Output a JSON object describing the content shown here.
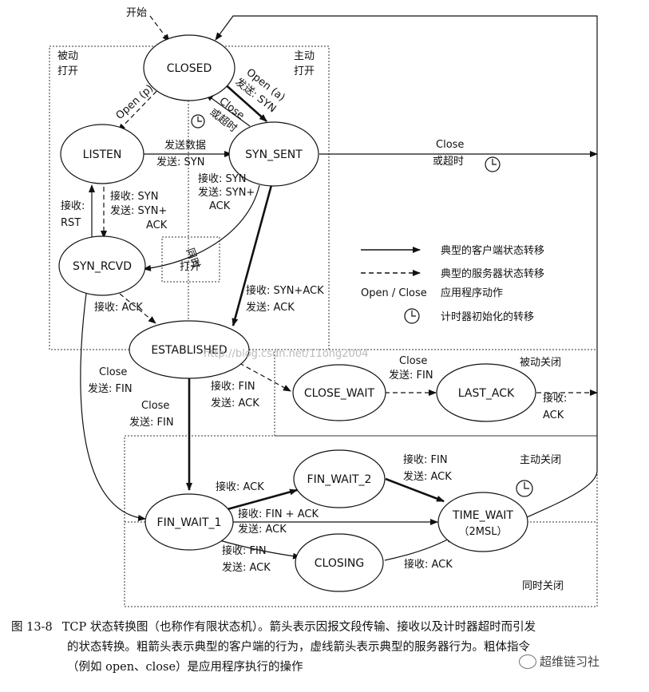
{
  "labels": {
    "start": "开始",
    "passive_open": [
      "被动",
      "打开"
    ],
    "active_open": [
      "主动",
      "打开"
    ],
    "open_p": "Open (p)",
    "open_a": "Open (a)",
    "open_a_send": "发送: SYN",
    "close_label": "Close",
    "or_timeout": "或超时",
    "send_data": "发送数据",
    "send_syn": "发送: SYN",
    "recv_syn_sent": [
      "接收: SYN",
      "发送: SYN+",
      "ACK"
    ],
    "recv_rst": [
      "接收:",
      "RST"
    ],
    "recv_listen": [
      "接收: SYN",
      "发送: SYN+",
      "ACK"
    ],
    "simultaneous_open": [
      "同时",
      "打开"
    ],
    "recv_synack": [
      "接收: SYN+ACK",
      "发送: ACK"
    ],
    "recv_ack": "接收: ACK",
    "close_send_fin": [
      "Close",
      "发送: FIN"
    ],
    "close_send_fin2": [
      "Close",
      "发送: FIN"
    ],
    "recv_fin_send_ack": [
      "接收: FIN",
      "发送: ACK"
    ],
    "close_wait_close": [
      "Close",
      "发送: FIN"
    ],
    "passive_close": "被动关闭",
    "last_ack_recv": [
      "接收:",
      "ACK"
    ],
    "fw1_recv_ack": "接收: ACK",
    "fw2_recv_fin": [
      "接收: FIN",
      "发送: ACK"
    ],
    "active_close": "主动关闭",
    "fin_ack": [
      "接收: FIN + ACK",
      "发送: ACK"
    ],
    "fw1_recv_fin": [
      "接收: FIN",
      "发送: ACK"
    ],
    "closing_recv_ack": "接收: ACK",
    "simultaneous_close": "同时关闭",
    "syn_sent_close": [
      "Close",
      "或超时"
    ],
    "watermark": "http://blog.csdn.net/11ong2004"
  },
  "states": {
    "closed": "CLOSED",
    "listen": "LISTEN",
    "syn_sent": "SYN_SENT",
    "syn_rcvd": "SYN_RCVD",
    "established": "ESTABLISHED",
    "close_wait": "CLOSE_WAIT",
    "last_ack": "LAST_ACK",
    "fin_wait_1": "FIN_WAIT_1",
    "fin_wait_2": "FIN_WAIT_2",
    "time_wait": "TIME_WAIT",
    "time_wait_sub": "（2MSL）",
    "closing": "CLOSING"
  },
  "legend": {
    "client": "典型的客户端状态转移",
    "server": "典型的服务器状态转移",
    "app_key": "Open / Close",
    "app": "应用程序动作",
    "timer": "计时器初始化的转移"
  },
  "caption": {
    "fig": "图 13-8",
    "line1": "TCP 状态转换图（也称作有限状态机）。箭头表示因报文段传输、接收以及计时器超时而引发",
    "line2": "的状态转换。粗箭头表示典型的客户端的行为，虚线箭头表示典型的服务器行为。粗体指令",
    "line3": "（例如 open、close）是应用程序执行的操作"
  },
  "watermark_brand": "超维链习社"
}
